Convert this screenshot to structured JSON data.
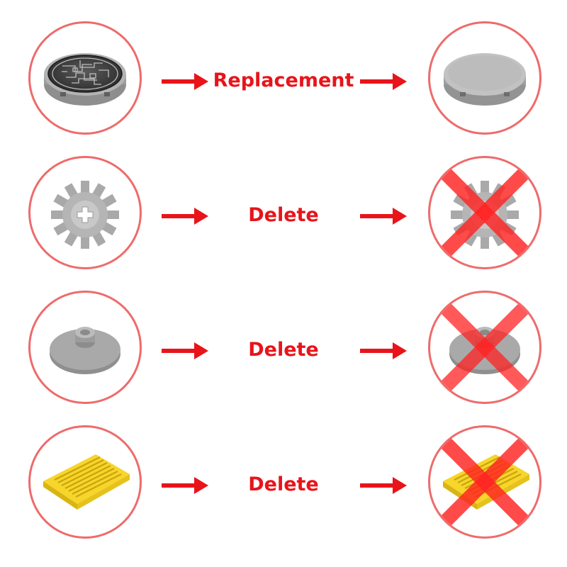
{
  "rows": [
    {
      "action": "Replacement",
      "source_part": "printed-round-tile-icon",
      "result_part": "plain-round-tile-icon"
    },
    {
      "action": "Delete",
      "source_part": "gear-icon",
      "result_part": "deleted-gear-icon"
    },
    {
      "action": "Delete",
      "source_part": "round-plate-icon",
      "result_part": "deleted-round-plate-icon"
    },
    {
      "action": "Delete",
      "source_part": "grille-tile-icon",
      "result_part": "deleted-grille-tile-icon"
    }
  ],
  "colors": {
    "arrow": "#e8141a",
    "label": "#e8141a",
    "circle_border": "#ee6b6b",
    "cross": "#ff2222",
    "part_gray": "#a8a8a8",
    "part_yellow": "#f7d52b"
  }
}
